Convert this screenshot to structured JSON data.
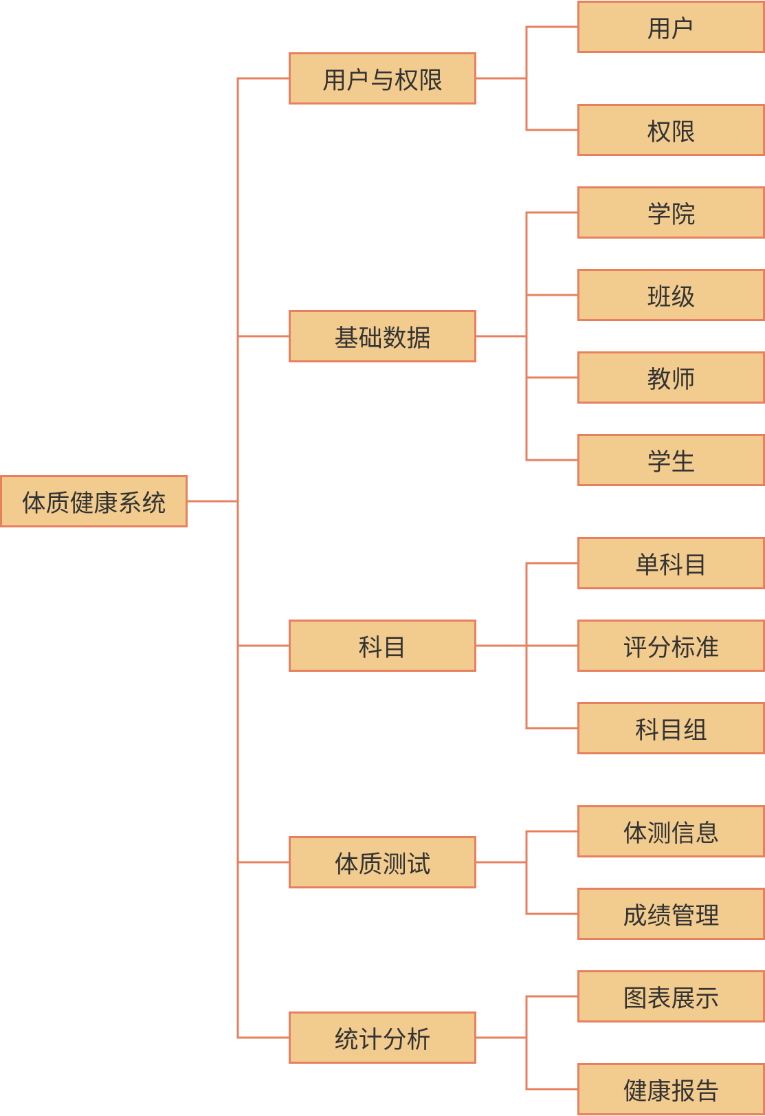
{
  "diagram": {
    "colors": {
      "node_fill": "#f2cc8f",
      "node_border": "#e8805f",
      "connector": "#e8805f",
      "text": "#333333"
    },
    "root": {
      "label": "体质健康系统"
    },
    "branches": [
      {
        "label": "用户与权限",
        "children": [
          "用户",
          "权限"
        ]
      },
      {
        "label": "基础数据",
        "children": [
          "学院",
          "班级",
          "教师",
          "学生"
        ]
      },
      {
        "label": "科目",
        "children": [
          "单科目",
          "评分标准",
          "科目组"
        ]
      },
      {
        "label": "体质测试",
        "children": [
          "体测信息",
          "成绩管理"
        ]
      },
      {
        "label": "统计分析",
        "children": [
          "图表展示",
          "健康报告"
        ]
      }
    ]
  }
}
